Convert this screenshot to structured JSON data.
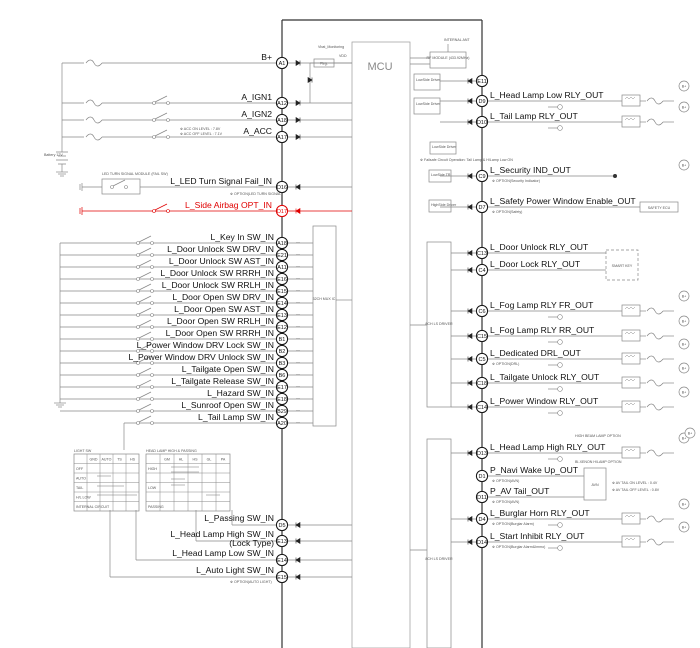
{
  "colors": {
    "wire": "#888888",
    "bus": "#333333",
    "highlight": "#e00000"
  },
  "top": {
    "mcu_label": "MCU",
    "vbat_monitoring": "Vbat_Monitoring",
    "reg": "Reg.",
    "vdd": "VDD",
    "internal_ant": "INTERNAL ANT",
    "rf_module": "RF MODULE (433.92MHz)",
    "battery": "Battery 12V",
    "acc_on": "※ ACC ON LEVEL : 7.8V",
    "acc_off": "※ ACC OFF LEVEL : 7.1V",
    "led_module": "LED TURN SIGNAL MODULE (FAIL SW)",
    "lowside_driver": "LowSide Driver",
    "lowside_tr": "LowSide TR",
    "highside_driver": "HighSide Driver",
    "failsafe": "※ Failsafe Circuit Operation: Tail Lamp & H/Lamp Low ON",
    "mux": "32CH MUX IC",
    "ls_driver": "8CH LS DRIVER",
    "smart_key": "SMART KEY",
    "safety_ecu": "SAFETY ECU",
    "avn": "AVN",
    "av_tail_on": "※ AV TAIL ON LEVEL : 0.4V",
    "av_tail_off": "※ AV TAIL OFF LEVEL : 0.8V",
    "high_beam_option": "HIGH BEAM LAMP OPTION",
    "bixenon_option": "BI-XENON H/LAMP OPTION",
    "bplus": "B+"
  },
  "left_pins": [
    {
      "pin": "A1",
      "label": "B+"
    },
    {
      "pin": "A12",
      "label": "A_IGN1"
    },
    {
      "pin": "A18",
      "label": "A_IGN2"
    },
    {
      "pin": "A17",
      "label": "A_ACC"
    },
    {
      "pin": "D16",
      "label": "L_LED Turn Signal Fail_IN",
      "note": "※ OPTION(LED TURN SIGNAL)"
    },
    {
      "pin": "D17",
      "label": "L_Side Airbag OPT_IN",
      "highlight": true
    }
  ],
  "switch_inputs": [
    {
      "pin": "A18",
      "label": "L_Key In SW_IN"
    },
    {
      "pin": "E21",
      "label": "L_Door Unlock SW DRV_IN"
    },
    {
      "pin": "A11",
      "label": "L_Door Unlock SW AST_IN"
    },
    {
      "pin": "E16",
      "label": "L_Door Unlock SW RRRH_IN"
    },
    {
      "pin": "E15",
      "label": "L_Door Unlock SW RRLH_IN"
    },
    {
      "pin": "E14",
      "label": "L_Door Open SW DRV_IN"
    },
    {
      "pin": "E13",
      "label": "L_Door Open SW AST_IN"
    },
    {
      "pin": "E12",
      "label": "L_Door Open SW RRLH_IN"
    },
    {
      "pin": "B1",
      "label": "L_Door Open SW RRRH_IN"
    },
    {
      "pin": "B2",
      "label": "L_Power Window DRV Lock SW_IN"
    },
    {
      "pin": "B3",
      "label": "L_Power Window DRV Unlock SW_IN"
    },
    {
      "pin": "B6",
      "label": "L_Tailgate Open SW_IN"
    },
    {
      "pin": "E17",
      "label": "L_Tailgate Release SW_IN"
    },
    {
      "pin": "E18",
      "label": "L_Hazard SW_IN"
    },
    {
      "pin": "B29",
      "label": "L_Sunroof Open SW_IN"
    },
    {
      "pin": "A20",
      "label": "L_Tail Lamp SW_IN"
    }
  ],
  "bottom_inputs": [
    {
      "pin": "D5",
      "label": "L_Passing SW_IN"
    },
    {
      "pin": "E13",
      "label": "L_Head Lamp High SW_IN",
      "label2": "(Lock Type)"
    },
    {
      "pin": "E14",
      "label": "L_Head Lamp Low SW_IN"
    },
    {
      "pin": "E15",
      "label": "L_Auto Light SW_IN",
      "note": "※ OPTION(AUTO LIGHT)"
    }
  ],
  "light_sw": {
    "title": "LIGHT SW",
    "cols": [
      "GND",
      "AUTO",
      "TS",
      "HS"
    ],
    "rows": [
      "OFF",
      "AUTO",
      "TAIL",
      "H/L LOW",
      "INTERNAL CIRCUIT"
    ]
  },
  "head_lamp_sw": {
    "title": "HEAD LAMP HIGH & PASSING",
    "cols": [
      "GM",
      "HL",
      "HS",
      "GL",
      "PA"
    ],
    "rows": [
      "HIGH",
      "",
      "LOW",
      "",
      "PASSING"
    ]
  },
  "outputs": [
    {
      "pin": "E11",
      "label": ""
    },
    {
      "pin": "D9",
      "label": "L_Head Lamp Low RLY_OUT"
    },
    {
      "pin": "D10",
      "label": "L_Tail Lamp RLY_OUT"
    },
    {
      "pin": "C9",
      "label": "L_Security IND_OUT",
      "note": "※ OPTION(Security Indicator)"
    },
    {
      "pin": "D7",
      "label": "L_Safety Power Window Enable_OUT",
      "note": "※ OPTION(Safety)"
    },
    {
      "pin": "C13",
      "label": "L_Door Unlock RLY_OUT"
    },
    {
      "pin": "C4",
      "label": "L_Door Lock RLY_OUT"
    },
    {
      "pin": "C6",
      "label": "L_Fog Lamp RLY FR_OUT"
    },
    {
      "pin": "C15",
      "label": "L_Fog Lamp RLY RR_OUT"
    },
    {
      "pin": "C5",
      "label": "L_Dedicated DRL_OUT",
      "note": "※ OPTION(DRL)"
    },
    {
      "pin": "C18",
      "label": "L_Tailgate Unlock RLY_OUT"
    },
    {
      "pin": "C14",
      "label": "L_Power Window RLY_OUT"
    },
    {
      "pin": "D13",
      "label": "L_Head Lamp High RLY_OUT"
    },
    {
      "pin": "D1",
      "label": "P_Navi Wake Up_OUT",
      "note": "※ OPTION(AVN)"
    },
    {
      "pin": "D11",
      "label": "P_AV Tail_OUT",
      "note": "※ OPTION(AVN)"
    },
    {
      "pin": "D4",
      "label": "L_Burglar Horn RLY_OUT",
      "note": "※ OPTION(Burglar Alarm)"
    },
    {
      "pin": "D14",
      "label": "L_Start Inhibit RLY_OUT",
      "note": "※ OPTION(Burglar Alarm&Immo)"
    }
  ]
}
